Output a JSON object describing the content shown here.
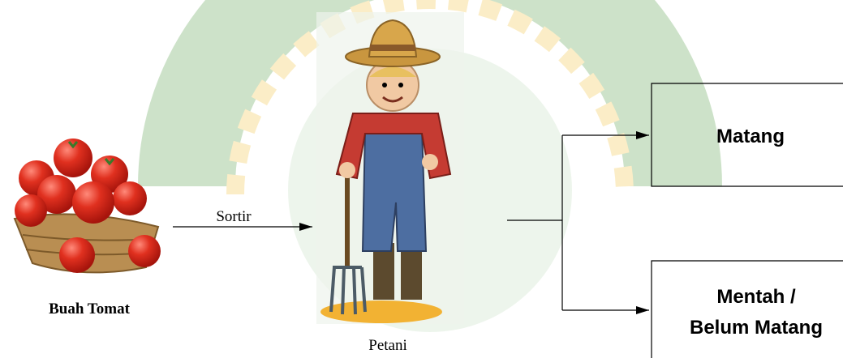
{
  "diagram": {
    "input_label": "Buah Tomat",
    "arrow_label": "Sortir",
    "actor_label": "Petani",
    "outputs": [
      {
        "label_line1": "Matang",
        "label_line2": ""
      },
      {
        "label_line1": "Mentah /",
        "label_line2": "Belum Matang"
      }
    ]
  },
  "colors": {
    "watermark_green": "#4f9b3f",
    "watermark_gold": "#f2c23a",
    "tomato_red": "#d9271c",
    "basket": "#b98e52",
    "overalls": "#4d6ea1",
    "shirt_red": "#c53b32",
    "hat": "#c9963f",
    "line": "#000000"
  },
  "icons": {
    "input": "tomato-basket-icon",
    "actor": "farmer-icon"
  }
}
